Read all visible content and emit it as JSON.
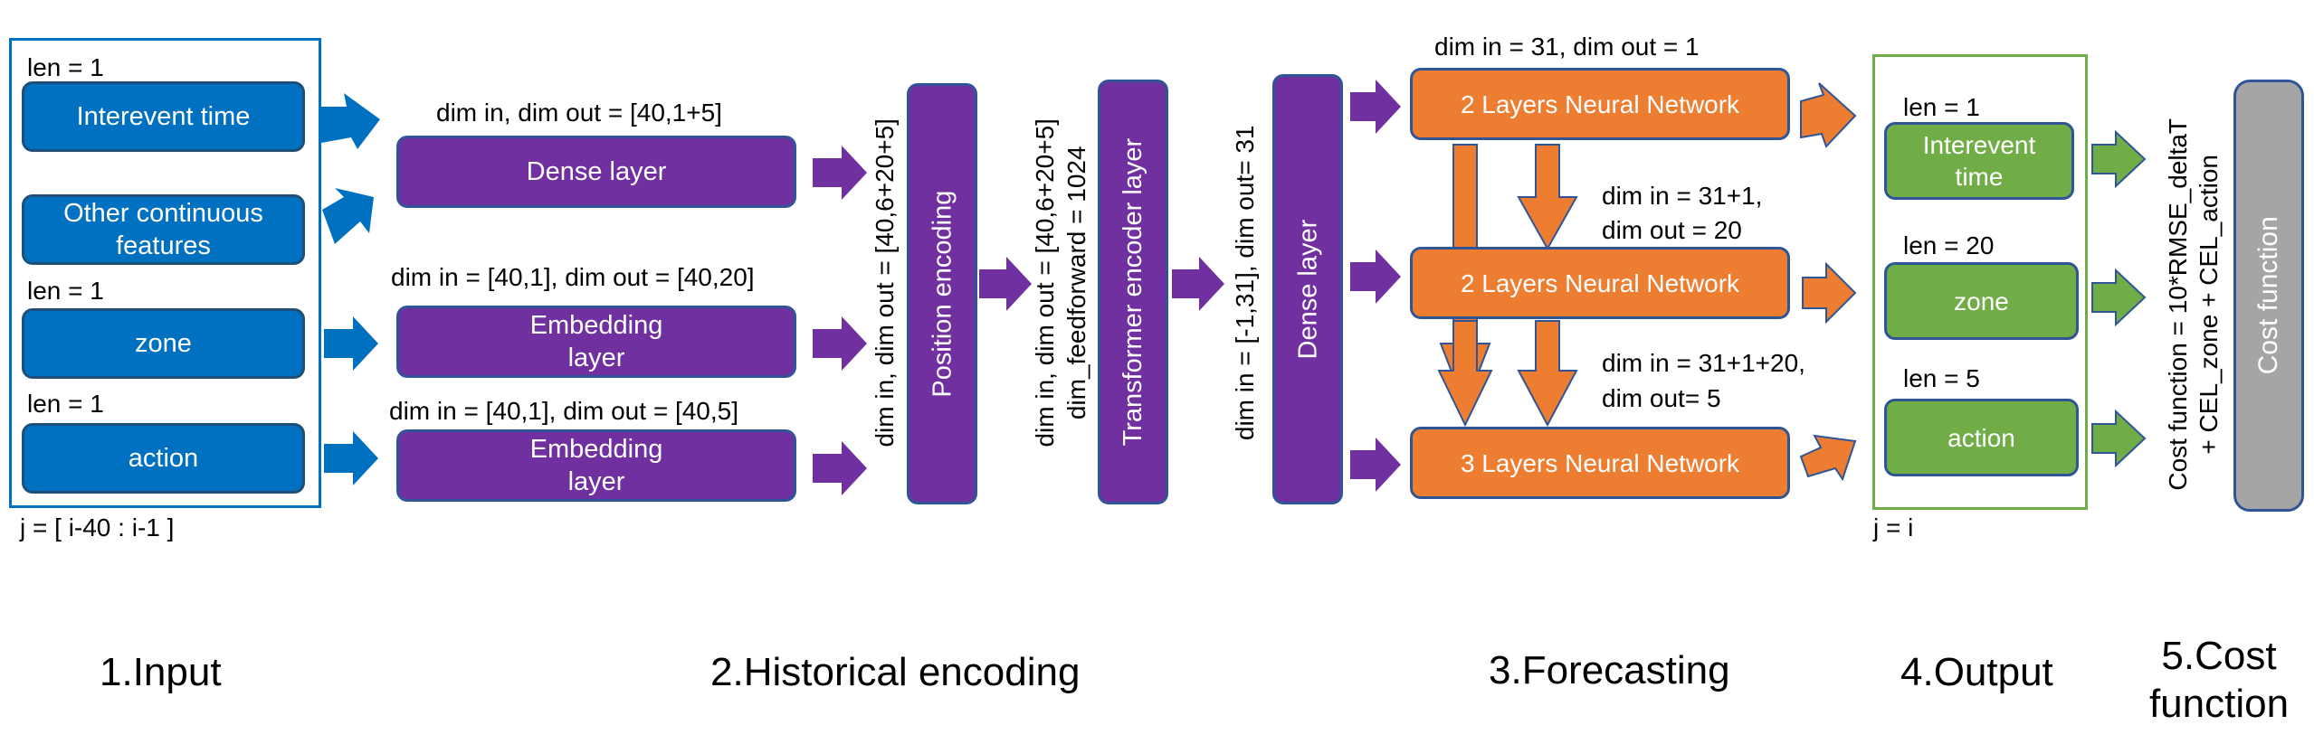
{
  "input": {
    "boxes": [
      "Interevent time",
      "Other continuous features",
      "zone",
      "action"
    ],
    "len_labels": [
      "len = 1",
      "len = 1",
      "len = 1"
    ],
    "range_label": "j = [ i-40 : i-1 ]"
  },
  "encoding": {
    "dense_label": "dim in, dim out = [40,1+5]",
    "dense_box": "Dense layer",
    "emb1_label": "dim in = [40,1], dim out = [40,20]",
    "emb1_box": "Embedding layer",
    "emb2_label": "dim in = [40,1], dim out = [40,5]",
    "emb2_box": "Embedding layer",
    "pos_label": "dim in, dim out = [40,6+20+5]",
    "pos_box": "Position encoding",
    "trans_label_1": "dim in, dim out = [40,6+20+5]",
    "trans_label_2": "dim_feedforward = 1024",
    "trans_box": "Transformer encoder layer"
  },
  "forecasting": {
    "dense_label": "dim in = [-1,31],  dim out= 31",
    "dense_box": "Dense layer",
    "nn1_label": "dim in = 31, dim out = 1",
    "nn1_box": "2 Layers Neural Network",
    "nn2_label_1": "dim in = 31+1,",
    "nn2_label_2": "dim out = 20",
    "nn2_box": "2 Layers Neural Network",
    "nn3_label_1": "dim in = 31+1+20,",
    "nn3_label_2": "dim out= 5",
    "nn3_box": "3 Layers Neural Network"
  },
  "output": {
    "len1": "len = 1",
    "box1": "Interevent time",
    "len2": "len = 20",
    "box2": "zone",
    "len3": "len = 5",
    "box3": "action",
    "range_label": "j = i"
  },
  "cost": {
    "label_1": "Cost function = 10*RMSE_deltaT",
    "label_2": "+ CEL_zone + CEL_action",
    "box": "Cost function"
  },
  "sections": [
    "1.Input",
    "2.Historical encoding",
    "3.Forecasting",
    "4.Output",
    "5.Cost function"
  ],
  "colors": {
    "blue": "#0070c0",
    "purple": "#7030a0",
    "orange": "#ed7d31",
    "green": "#70ad47",
    "gray": "#a5a5a5"
  }
}
